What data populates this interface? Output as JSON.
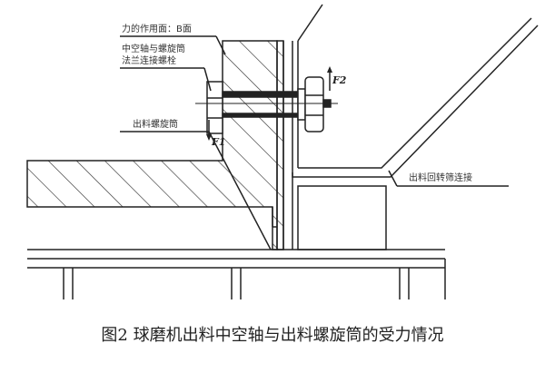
{
  "labels": {
    "force_surface": "力的作用面：B面",
    "bolt_line1": "中空轴与螺旋筒",
    "bolt_line2": "法兰连接螺栓",
    "screw_barrel": "出料螺旋筒",
    "screen_connection": "出料回转筛连接",
    "f1": "F1",
    "f2": "F2"
  },
  "caption": "图2  球磨机出料中空轴与出料螺旋筒的受力情况"
}
